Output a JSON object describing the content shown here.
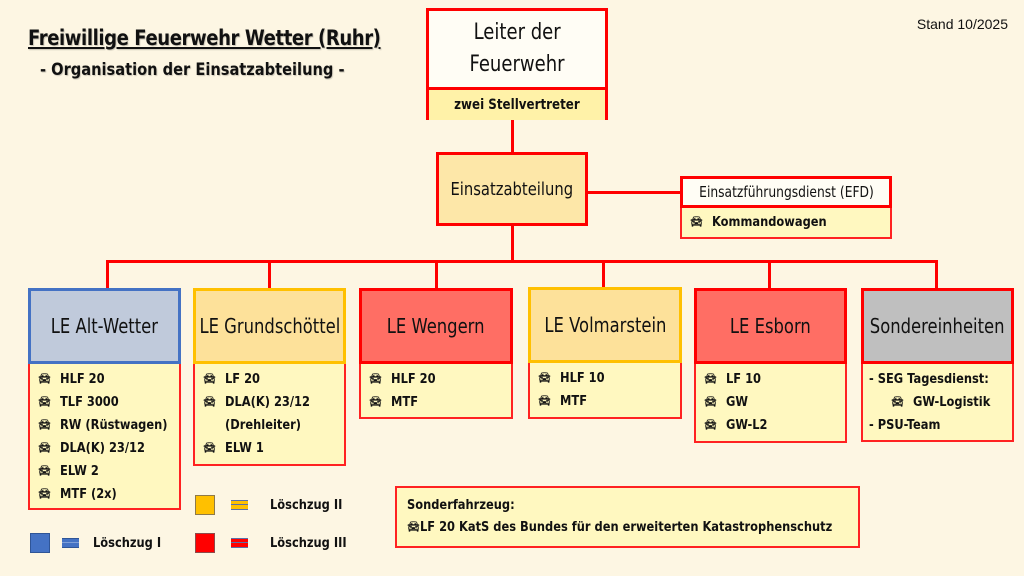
{
  "header": {
    "title": "Freiwillige Feuerwehr Wetter (Ruhr)",
    "subtitle": "- Organisation der Einsatzabteilung -",
    "stand": "Stand 10/2025"
  },
  "leiter": {
    "title_line1": "Leiter der",
    "title_line2": "Feuerwehr",
    "sub": "zwei Stellvertreter"
  },
  "einsatzabteilung": {
    "label": "Einsatzabteilung"
  },
  "efd": {
    "label": "Einsatzführungsdienst (EFD)",
    "vehicles": [
      "Kommandowagen"
    ]
  },
  "icons": {
    "vehicle": "car-icon"
  },
  "colors": {
    "line": "#ff0000",
    "background": "#fdf6e3",
    "list_bg": "#fff8c0",
    "loeschzug_1": "#4472c4",
    "loeschzug_2": "#ffc000",
    "loeschzug_3": "#ff0000"
  },
  "units": [
    {
      "name": "LE Alt-Wetter",
      "head_bg": "#c0cadb",
      "border": "#4472c4",
      "items": [
        {
          "type": "vehicle",
          "text": "HLF 20"
        },
        {
          "type": "vehicle",
          "text": "TLF 3000"
        },
        {
          "type": "vehicle",
          "text": "RW (Rüstwagen)"
        },
        {
          "type": "vehicle",
          "text": "DLA(K) 23/12"
        },
        {
          "type": "vehicle",
          "text": "ELW 2"
        },
        {
          "type": "vehicle",
          "text": "MTF (2x)"
        }
      ]
    },
    {
      "name": "LE Grundschöttel",
      "head_bg": "#fde19a",
      "border": "#ffc000",
      "items": [
        {
          "type": "vehicle",
          "text": "LF 20"
        },
        {
          "type": "vehicle",
          "text": "DLA(K) 23/12"
        },
        {
          "type": "cont",
          "text": "(Drehleiter)"
        },
        {
          "type": "vehicle",
          "text": "ELW 1"
        }
      ]
    },
    {
      "name": "LE Wengern",
      "head_bg": "#ff6e64",
      "border": "#ff0000",
      "items": [
        {
          "type": "vehicle",
          "text": "HLF 20"
        },
        {
          "type": "vehicle",
          "text": "MTF"
        }
      ]
    },
    {
      "name": "LE Volmarstein",
      "head_bg": "#fde19a",
      "border": "#ffc000",
      "items": [
        {
          "type": "vehicle",
          "text": "HLF 10"
        },
        {
          "type": "vehicle",
          "text": "MTF"
        }
      ]
    },
    {
      "name": "LE Esborn",
      "head_bg": "#ff6e64",
      "border": "#ff0000",
      "items": [
        {
          "type": "vehicle",
          "text": "LF 10"
        },
        {
          "type": "vehicle",
          "text": "GW"
        },
        {
          "type": "vehicle",
          "text": "GW-L2"
        }
      ]
    },
    {
      "name": "Sondereinheiten",
      "head_bg": "#bfbfbf",
      "border": "#ff0000",
      "items": [
        {
          "type": "dash",
          "text": "- SEG Tagesdienst:"
        },
        {
          "type": "indent-vehicle",
          "text": "GW-Logistik"
        },
        {
          "type": "dash",
          "text": "- PSU-Team"
        }
      ]
    }
  ],
  "legend": [
    {
      "label": "Löschzug I",
      "color": "#4472c4"
    },
    {
      "label": "Löschzug II",
      "color": "#ffc000"
    },
    {
      "label": "Löschzug III",
      "color": "#ff0000"
    }
  ],
  "sonderfahrzeug": {
    "title": "Sonderfahrzeug:",
    "vehicle": "LF 20 KatS des Bundes für den erweiterten Katastrophenschutz"
  }
}
